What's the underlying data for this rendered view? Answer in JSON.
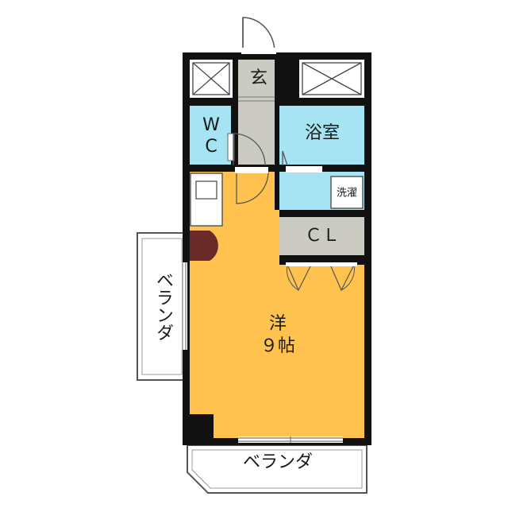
{
  "floor_plan": {
    "rooms": {
      "entrance": "玄",
      "wc_top": "W",
      "wc_bottom": "C",
      "bathroom": "浴室",
      "washer": "洗濯",
      "closet": "ＣＬ",
      "western_room": "洋",
      "western_room_size": "９帖"
    },
    "verandas": {
      "side": "ベランダ",
      "bottom": "ベランダ"
    }
  },
  "colors": {
    "western_room": "#FFC24F",
    "bathroom": "#A6E4F3",
    "entrance": "#CBCBC3",
    "walls": "#111111",
    "pillar": "#6B2A2A"
  }
}
